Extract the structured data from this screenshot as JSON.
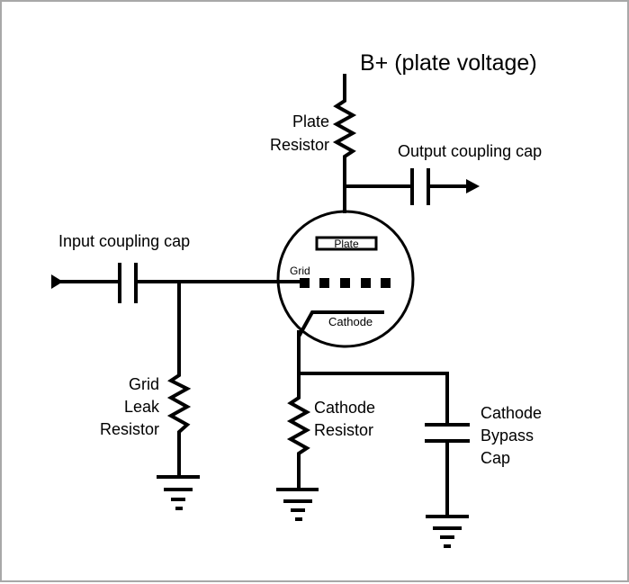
{
  "labels": {
    "b_plus": "B+ (plate voltage)",
    "plate_resistor": [
      "Plate",
      "Resistor"
    ],
    "output_cap": "Output coupling cap",
    "input_cap": "Input coupling cap",
    "plate": "Plate",
    "grid": "Grid",
    "cathode": "Cathode",
    "grid_leak": [
      "Grid",
      "Leak",
      "Resistor"
    ],
    "cathode_resistor": [
      "Cathode",
      "Resistor"
    ],
    "bypass_cap": [
      "Cathode",
      "Bypass",
      "Cap"
    ]
  }
}
